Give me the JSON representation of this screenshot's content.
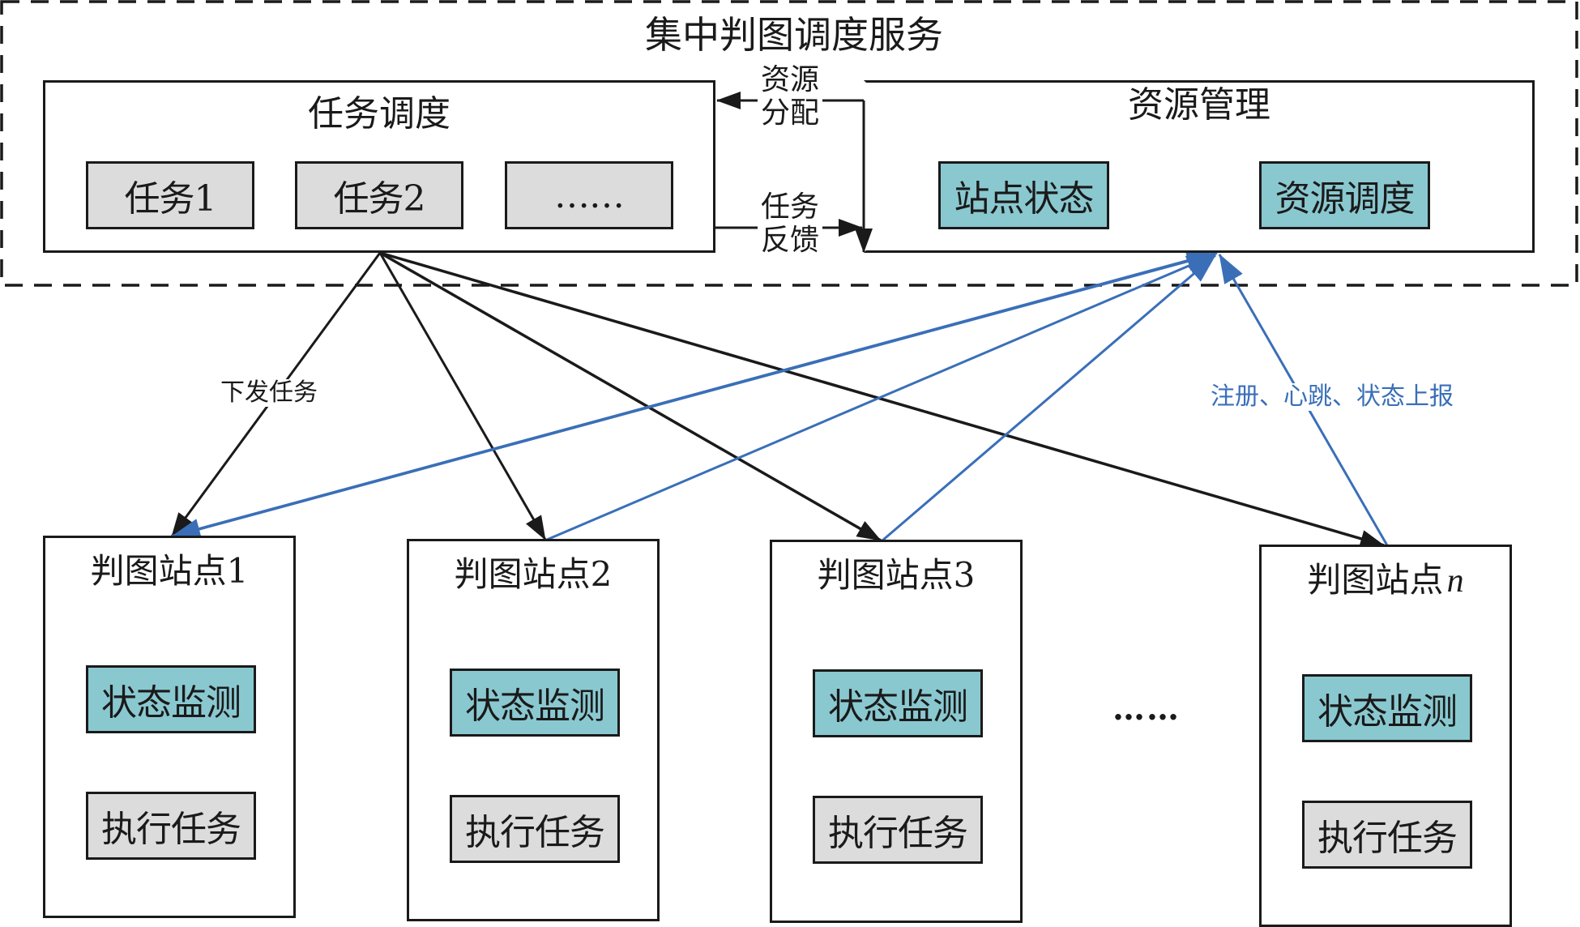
{
  "service": {
    "title": "集中判图调度服务",
    "task_scheduling": {
      "title": "任务调度",
      "tasks": [
        "任务1",
        "任务2",
        "……"
      ]
    },
    "resource_management": {
      "title": "资源管理",
      "modules": [
        "站点状态",
        "资源调度"
      ]
    },
    "resource_allocation_label_line1": "资源",
    "resource_allocation_label_line2": "分配",
    "task_feedback_label_line1": "任务",
    "task_feedback_label_line2": "反馈"
  },
  "edges": {
    "dispatch_label": "下发任务",
    "report_label": "注册、心跳、状态上报"
  },
  "stations": [
    {
      "title": "判图站点1",
      "modules": [
        "状态监测",
        "执行任务"
      ]
    },
    {
      "title": "判图站点2",
      "modules": [
        "状态监测",
        "执行任务"
      ]
    },
    {
      "title": "判图站点3",
      "modules": [
        "状态监测",
        "执行任务"
      ]
    },
    {
      "title_prefix": "判图站点",
      "title_var": "n",
      "modules": [
        "状态监测",
        "执行任务"
      ]
    }
  ],
  "stations_ellipsis": "……",
  "colors": {
    "line_black": "#1a1a1a",
    "line_blue": "#3a6fb8",
    "module_teal": "#8ac8d0",
    "module_gray": "#dcdcdc"
  }
}
